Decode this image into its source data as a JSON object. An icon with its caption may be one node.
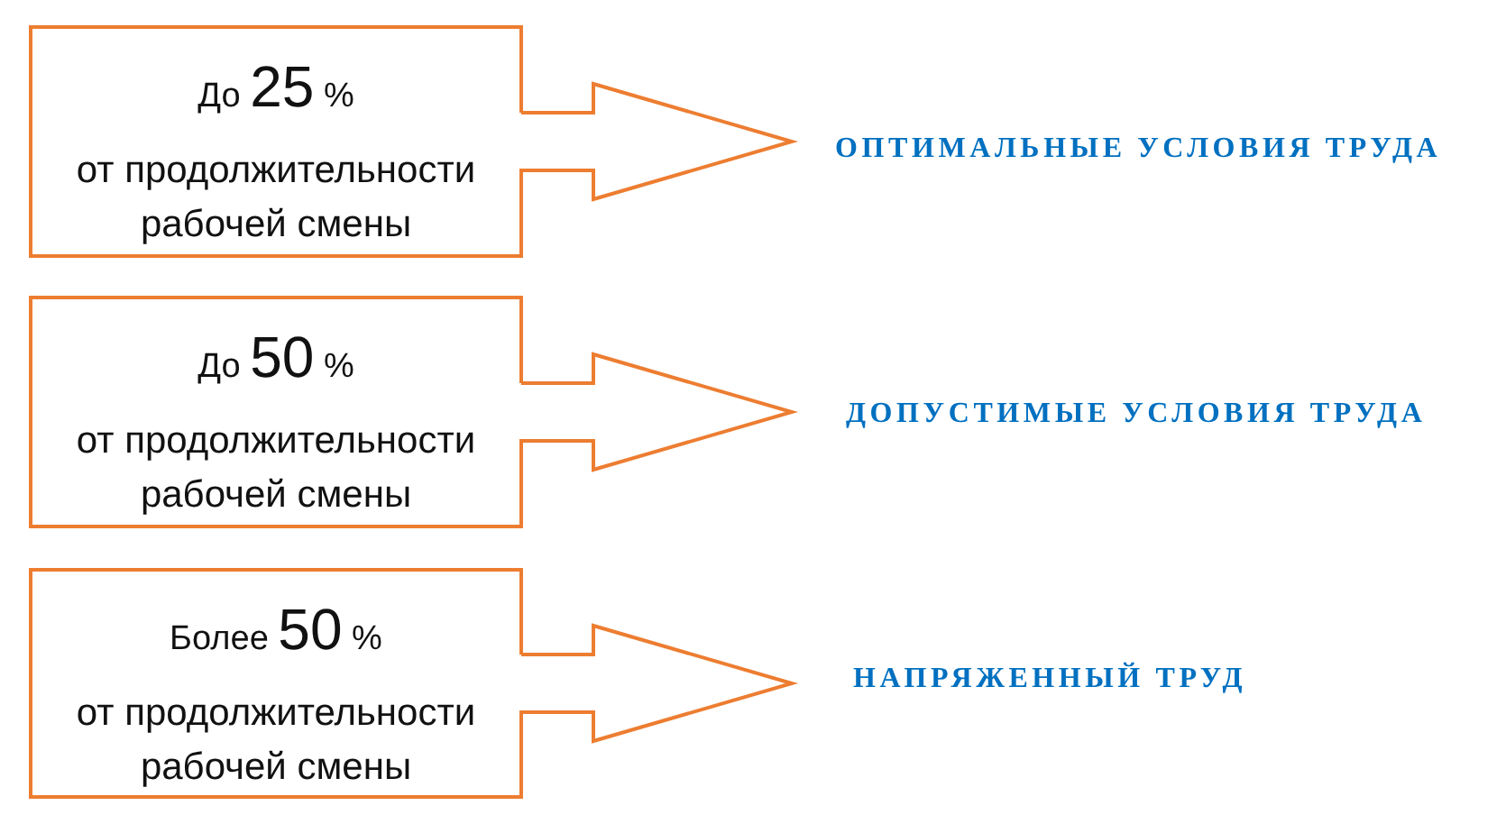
{
  "diagram": {
    "nodes": [
      {
        "text": [
          "До 25 %",
          "от продолжительности рабочей смены"
        ],
        "beside": [
          "ОПТИМАЛЬНЫЕ УСЛОВИЯ ТРУДА"
        ]
      },
      {
        "text": [
          "До 50 %",
          "от продолжительности рабочей смены"
        ],
        "beside": [
          "ДОПУСТИМЫЕ УСЛОВИЯ ТРУДА"
        ]
      },
      {
        "text": [
          "Более 50 %",
          "от продолжительности рабочей смены"
        ],
        "beside": [
          "НАПРЯЖЕННЫЙ ТРУД"
        ]
      }
    ]
  }
}
